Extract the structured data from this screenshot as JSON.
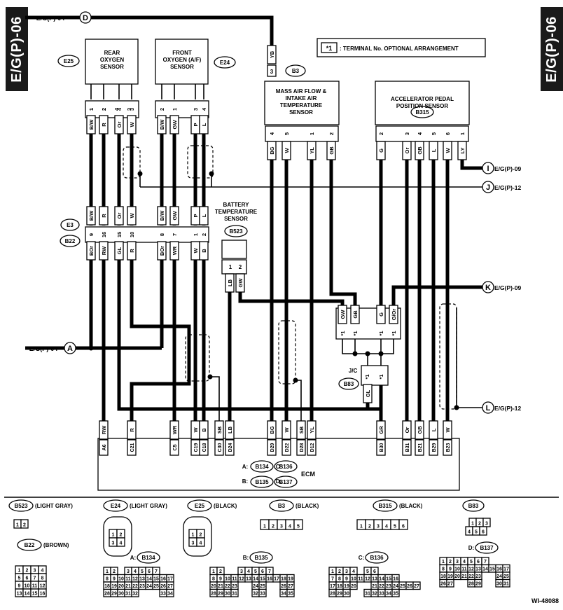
{
  "side_tab": "E/G(P)-06",
  "note": {
    "marker": "*1",
    "text": ": TERMINAL No. OPTIONAL ARRANGEMENT"
  },
  "connectors_top": {
    "d_top": {
      "letter": "D",
      "label": "E/G(P)-04"
    },
    "a_left": {
      "letter": "A",
      "label": "E/G(P)-04"
    },
    "i_right": {
      "letter": "I",
      "label": "E/G(P)-09"
    },
    "j_right": {
      "letter": "J",
      "label": "E/G(P)-12"
    },
    "k_right": {
      "letter": "K",
      "label": "E/G(P)-09"
    },
    "l_right": {
      "letter": "L",
      "label": "E/G(P)-12"
    }
  },
  "components": {
    "rear_o2": {
      "name": "REAR\nOXYGEN\nSENSOR",
      "code": "E25",
      "pins": [
        "1",
        "2",
        "4",
        "3"
      ],
      "wires": [
        "B/W",
        "R",
        "Or",
        "W"
      ]
    },
    "front_o2": {
      "name": "FRONT\nOXYGEN (A/F)\nSENSOR",
      "code": "E24",
      "pins": [
        "2",
        "1",
        "3",
        "4"
      ],
      "wires": [
        "B/W",
        "GW",
        "P",
        "L"
      ]
    },
    "b3": {
      "code": "B3",
      "pin": "3",
      "wire": "YB"
    },
    "maf": {
      "name": "MASS AIR FLOW &\nINTAKE AIR\nTEMPERATURE\nSENSOR",
      "pins": [
        "4",
        "5",
        "1",
        "2"
      ],
      "wires": [
        "BG",
        "W",
        "YL",
        "GB"
      ]
    },
    "accel": {
      "name": "ACCELERATOR PEDAL\nPOSITION SENSOR",
      "code": "B315",
      "pins": [
        "2",
        "3",
        "4",
        "5",
        "6",
        "1"
      ],
      "wires": [
        "G",
        "Or",
        "GB",
        "L",
        "W",
        "LY"
      ]
    },
    "batt": {
      "name": "BATTERY\nTEMPERATURE\nSENSOR",
      "code": "B523",
      "pins": [
        "1",
        "2"
      ],
      "wires": [
        "LB",
        "GW"
      ]
    },
    "e3b22": {
      "code_top": "E3",
      "code_bottom": "B22",
      "pins": [
        "9",
        "16",
        "15",
        "10",
        "8",
        "7",
        "1",
        "2"
      ],
      "upper_wires": [
        "B/W",
        "R",
        "Or",
        "W",
        "B/W",
        "GW",
        "P",
        "L"
      ],
      "lower_wires": [
        "BOr",
        "RW",
        "GL",
        "R",
        "BOr",
        "WR",
        "W",
        "B"
      ]
    },
    "jc": {
      "label": "J/C",
      "code": "B83",
      "top_wires": [
        "GW",
        "GB",
        "G",
        "G/Or"
      ],
      "bottom_wire": "GL",
      "mark": "*1"
    },
    "ecm": {
      "label": "ECM",
      "codes": [
        "A:",
        "B134",
        "C:",
        "B136",
        "B:",
        "B135",
        "D:",
        "B137"
      ],
      "pins": [
        "A6",
        "C21",
        "C5",
        "C19",
        "C18",
        "C30",
        "D24",
        "D29",
        "D22",
        "D28",
        "D12",
        "B30",
        "B31",
        "B21",
        "B29",
        "B23"
      ],
      "wires": [
        "RW",
        "R",
        "WR",
        "W",
        "B",
        "SB",
        "LB",
        "BG",
        "W",
        "SB",
        "YL",
        "GR",
        "Or",
        "GB",
        "L",
        "W"
      ]
    }
  },
  "legend": {
    "b523": {
      "code": "B523",
      "color": "(LIGHT GRAY)",
      "cells": [
        "1",
        "2"
      ]
    },
    "e24": {
      "code": "E24",
      "color": "(LIGHT GRAY)",
      "cells": [
        "1",
        "2",
        "3",
        "4"
      ]
    },
    "e25": {
      "code": "E25",
      "color": "(BLACK)",
      "cells": [
        "1",
        "2",
        "3",
        "4"
      ]
    },
    "b3": {
      "code": "B3",
      "color": "(BLACK)",
      "cells": [
        "1",
        "2",
        "3",
        "4",
        "5"
      ]
    },
    "b315": {
      "code": "B315",
      "color": "(BLACK)",
      "cells": [
        "1",
        "2",
        "3",
        "4",
        "5",
        "6"
      ]
    },
    "b83": {
      "code": "B83",
      "cells": [
        "1",
        "2",
        "3",
        "4",
        "5",
        "6"
      ]
    },
    "b22": {
      "code": "B22",
      "color": "(BROWN)",
      "cells": [
        "1",
        "2",
        "3",
        "4",
        "5",
        "6",
        "7",
        "8",
        "9",
        "10",
        "11",
        "12",
        "13",
        "14",
        "15",
        "16"
      ]
    },
    "b134": {
      "prefix": "A:",
      "code": "B134",
      "rows": [
        [
          "1",
          "2",
          "",
          "3",
          "4",
          "5",
          "6",
          "7"
        ],
        [
          "8",
          "9",
          "10",
          "11",
          "12",
          "13",
          "14",
          "15",
          "16",
          "17"
        ],
        [
          "18",
          "19",
          "20",
          "21",
          "22",
          "23",
          "24",
          "25",
          "26",
          "27"
        ],
        [
          "28",
          "29",
          "30",
          "31",
          "32",
          "",
          "",
          "",
          "33",
          "34"
        ]
      ]
    },
    "b135": {
      "prefix": "B:",
      "code": "B135",
      "rows": [
        [
          "1",
          "2",
          "",
          "",
          "3",
          "4",
          "5",
          "6",
          "7"
        ],
        [
          "8",
          "9",
          "10",
          "11",
          "12",
          "13",
          "14",
          "15",
          "16",
          "17",
          "18",
          "19"
        ],
        [
          "20",
          "21",
          "22",
          "23",
          "",
          "",
          "24",
          "25",
          "",
          "",
          "26",
          "27"
        ],
        [
          "28",
          "29",
          "30",
          "31",
          "",
          "",
          "32",
          "33",
          "",
          "",
          "34",
          "35"
        ]
      ]
    },
    "b136": {
      "prefix": "C:",
      "code": "B136",
      "rows": [
        [
          "1",
          "2",
          "3",
          "4",
          "",
          "5",
          "6"
        ],
        [
          "7",
          "8",
          "9",
          "10",
          "11",
          "12",
          "13",
          "14",
          "15",
          "16"
        ],
        [
          "17",
          "18",
          "19",
          "20",
          "",
          "",
          "21",
          "22",
          "23",
          "24",
          "25",
          "26",
          "27"
        ],
        [
          "28",
          "29",
          "30",
          "",
          "",
          "31",
          "32",
          "33",
          "34",
          "35"
        ]
      ]
    },
    "b137": {
      "prefix": "D:",
      "code": "B137",
      "rows": [
        [
          "1",
          "2",
          "3",
          "4",
          "5",
          "6",
          "7"
        ],
        [
          "8",
          "9",
          "10",
          "11",
          "12",
          "13",
          "14",
          "15",
          "16",
          "17"
        ],
        [
          "18",
          "19",
          "20",
          "21",
          "22",
          "23",
          "",
          "",
          "24",
          "25"
        ],
        [
          "26",
          "27",
          "",
          "",
          "28",
          "29",
          "",
          "",
          "30",
          "31"
        ]
      ]
    }
  },
  "figure_id": "WI-48088"
}
